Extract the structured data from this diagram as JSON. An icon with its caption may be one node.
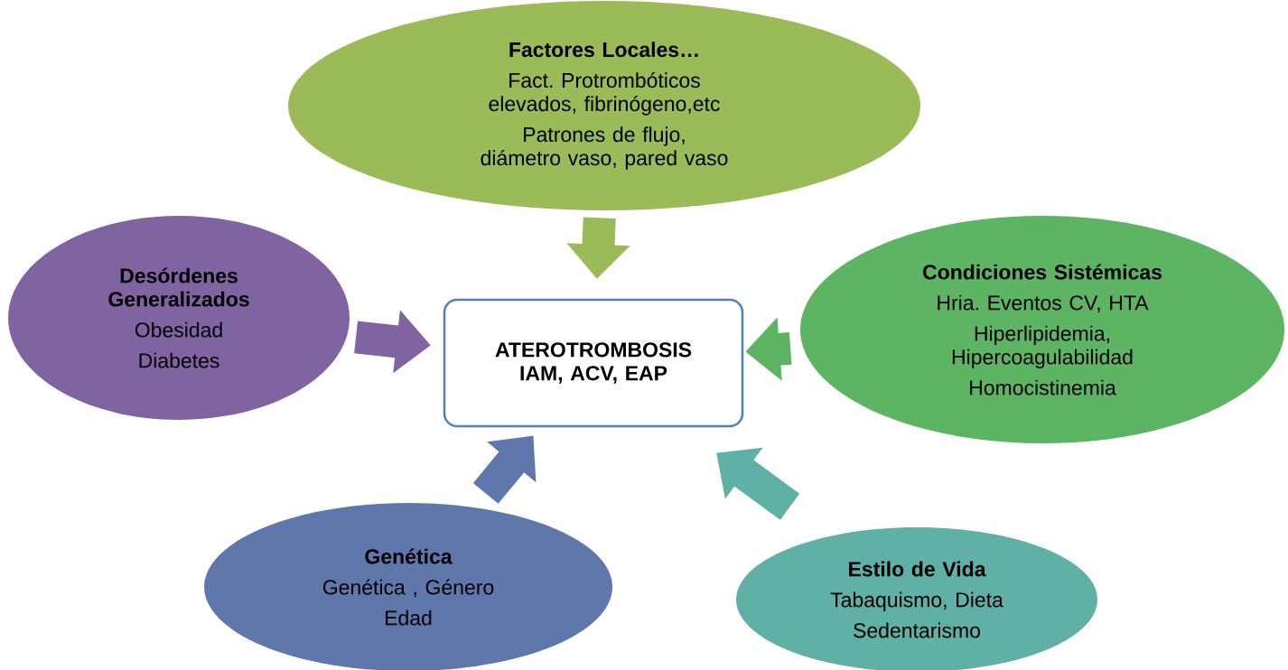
{
  "diagram": {
    "nodes": [
      {
        "text": [
          "Factores Locales…",
          "Fact. Protrombóticos elevados, fibrinógeno,etc",
          "Patrones de flujo, diámetro vaso, pared vaso"
        ]
      },
      {
        "text": [
          "Desórdenes Generalizados",
          "Obesidad",
          "Diabetes"
        ]
      },
      {
        "text": [
          "ATEROTROMBOSIS IAM, ACV, EAP"
        ]
      },
      {
        "text": [
          "Condiciones Sistémicas",
          "Hria. Eventos CV, HTA",
          "Hiperlipidemia, Hipercoagulabilidad",
          "Homocistinemia"
        ]
      },
      {
        "text": [
          "Genética",
          "Genética , Género",
          "Edad"
        ]
      },
      {
        "text": [
          "Estilo de Vida",
          "Tabaquismo, Dieta",
          "Sedentarismo"
        ]
      }
    ],
    "edges": [
      {
        "from": 0,
        "to": 2,
        "arrow": "to",
        "color": "#9bbb59"
      },
      {
        "from": 1,
        "to": 2,
        "arrow": "to",
        "color": "#8064a2"
      },
      {
        "from": 3,
        "to": 2,
        "arrow": "to",
        "color": "#5db462"
      },
      {
        "from": 4,
        "to": 2,
        "arrow": "to",
        "color": "#6077ab"
      },
      {
        "from": 5,
        "to": 2,
        "arrow": "to",
        "color": "#5fb0a5"
      }
    ]
  }
}
